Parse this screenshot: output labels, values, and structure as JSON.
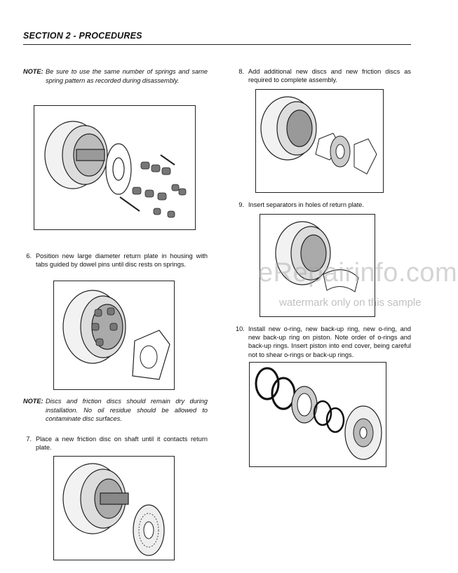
{
  "header": {
    "section_title": "SECTION 2 - PROCEDURES"
  },
  "notes": [
    {
      "label": "NOTE:",
      "text": "Be sure to use the same number of springs and same spring pattern as recorded during disassembly."
    },
    {
      "label": "NOTE:",
      "text": "Discs and friction discs should remain dry during installation. No oil residue should be allowed to contaminate disc surfaces."
    }
  ],
  "steps": [
    {
      "num": "6.",
      "text": "Position new large diameter return plate in housing with tabs guided by dowel pins until disc rests on springs."
    },
    {
      "num": "7.",
      "text": "Place a new friction disc on shaft until it contacts return plate."
    },
    {
      "num": "8.",
      "text": "Add additional new discs and new friction discs as required to complete assembly."
    },
    {
      "num": "9.",
      "text": "Insert separators in holes of return plate."
    },
    {
      "num": "10.",
      "text": "Install new o-ring, new back-up ring, new o-ring, and new back-up ring on piston. Note order of o-rings and back-up rings. Insert piston into end cover, being careful not to shear o-rings or back-up rings."
    }
  ],
  "watermark": {
    "main": "eRepairinfo.com",
    "sub": "watermark only on this sample"
  },
  "icons": {
    "fig1": "housing-springs-exploded-illustration",
    "fig2": "return-plate-install-illustration",
    "fig3": "friction-disc-install-illustration",
    "fig4": "disc-stack-assembly-illustration",
    "fig5": "separator-insert-illustration",
    "fig6": "piston-orings-illustration"
  }
}
